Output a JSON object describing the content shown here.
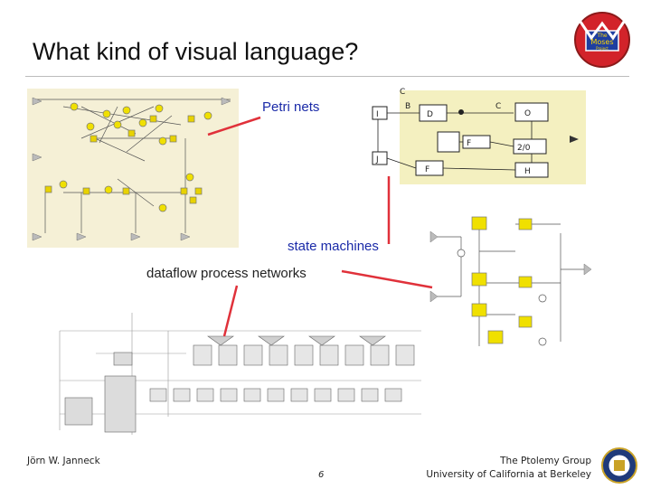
{
  "slide": {
    "title": "What kind of visual language?",
    "page_number": "6"
  },
  "logo": {
    "text_line1": "The",
    "text_line2": "Moses",
    "text_line3": "Project"
  },
  "callouts": {
    "petri": "Petri nets",
    "state": "state machines",
    "dataflow": "dataflow process networks"
  },
  "footer": {
    "author": "Jörn W. Janneck",
    "group": "The Ptolemy Group",
    "university": "University of California at Berkeley"
  },
  "colors": {
    "callout_line": "#e0313a",
    "petri_bg": "#f5f0d6",
    "fsm_bg": "#f4f0c0",
    "node_yellow": "#f0e000"
  }
}
